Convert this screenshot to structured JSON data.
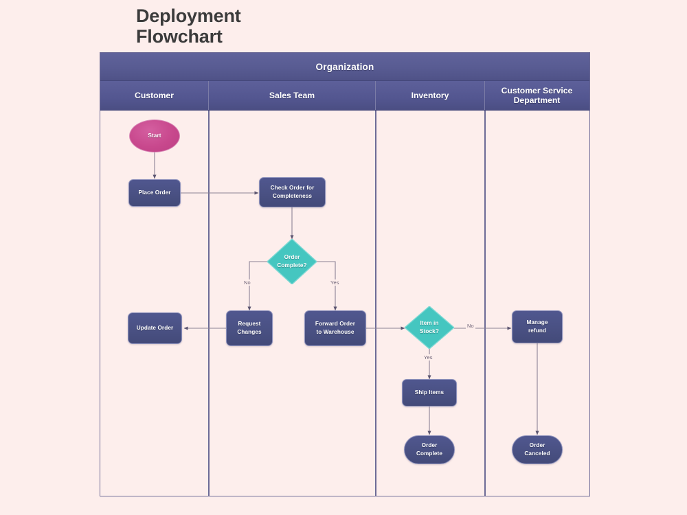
{
  "title": "Deployment\nFlowchart",
  "diagram": {
    "band_label": "Organization",
    "lanes": [
      {
        "label": "Customer"
      },
      {
        "label": "Sales Team"
      },
      {
        "label": "Inventory"
      },
      {
        "label": "Customer Service\nDepartment"
      }
    ]
  },
  "colors": {
    "page_background": "#fdeeec",
    "lane_header": "#545790",
    "process_node": "#495082",
    "start_node": "#c8488d",
    "decision_node": "#45c6c0",
    "frame_border": "#6d6b96",
    "connector": "#8a8294",
    "node_text": "#ffffff",
    "title_text": "#3b3b3b"
  },
  "nodes": [
    {
      "id": "start",
      "label": "Start",
      "type": "start",
      "lane": "Customer"
    },
    {
      "id": "place",
      "label": "Place Order",
      "type": "process",
      "lane": "Customer"
    },
    {
      "id": "check",
      "label": "Check Order for\nCompleteness",
      "type": "process",
      "lane": "Sales Team"
    },
    {
      "id": "dec1",
      "label": "Order\nComplete?",
      "type": "decision",
      "lane": "Sales Team"
    },
    {
      "id": "request",
      "label": "Request\nChanges",
      "type": "process",
      "lane": "Sales Team"
    },
    {
      "id": "update",
      "label": "Update Order",
      "type": "process",
      "lane": "Customer"
    },
    {
      "id": "forward",
      "label": "Forward Order\nto Warehouse",
      "type": "process",
      "lane": "Sales Team"
    },
    {
      "id": "dec2",
      "label": "Item in\nStock?",
      "type": "decision",
      "lane": "Inventory"
    },
    {
      "id": "ship",
      "label": "Ship Items",
      "type": "process",
      "lane": "Inventory"
    },
    {
      "id": "complete",
      "label": "Order\nComplete",
      "type": "terminator",
      "lane": "Inventory"
    },
    {
      "id": "refund",
      "label": "Manage\nrefund",
      "type": "process",
      "lane": "Customer Service Department"
    },
    {
      "id": "canceled",
      "label": "Order\nCanceled",
      "type": "terminator",
      "lane": "Customer Service Department"
    }
  ],
  "edges": [
    {
      "from": "start",
      "to": "place",
      "label": ""
    },
    {
      "from": "place",
      "to": "check",
      "label": ""
    },
    {
      "from": "check",
      "to": "dec1",
      "label": ""
    },
    {
      "from": "dec1",
      "to": "request",
      "label": "No"
    },
    {
      "from": "dec1",
      "to": "forward",
      "label": "Yes"
    },
    {
      "from": "request",
      "to": "update",
      "label": ""
    },
    {
      "from": "forward",
      "to": "dec2",
      "label": ""
    },
    {
      "from": "dec2",
      "to": "ship",
      "label": "Yes"
    },
    {
      "from": "dec2",
      "to": "refund",
      "label": "No"
    },
    {
      "from": "ship",
      "to": "complete",
      "label": ""
    },
    {
      "from": "refund",
      "to": "canceled",
      "label": ""
    }
  ],
  "edge_labels": {
    "dec1_no": "No",
    "dec1_yes": "Yes",
    "dec2_yes": "Yes",
    "dec2_no": "No"
  }
}
